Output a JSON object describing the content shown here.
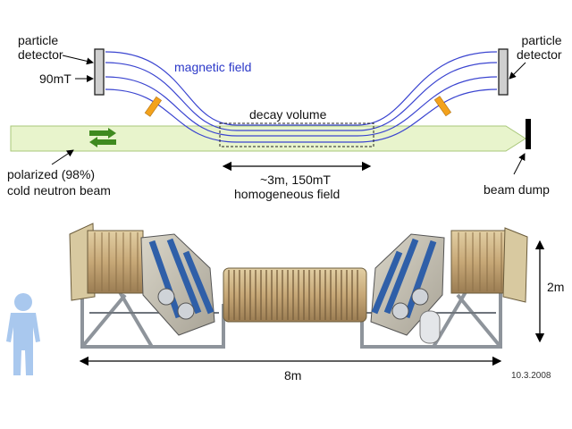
{
  "top": {
    "particle_detector_left": [
      "particle",
      "detector"
    ],
    "particle_detector_right": [
      "particle",
      "detector"
    ],
    "field_strength_left": "90mT",
    "magnetic_field": "magnetic field",
    "decay_volume": "decay volume",
    "beam_label": [
      "polarized (98%)",
      "cold neutron beam"
    ],
    "length_label": "~3m, 150mT",
    "homogeneous_field": "homogeneous field",
    "beam_dump": "beam dump"
  },
  "bottom": {
    "height_label": "2m",
    "length_label": "8m",
    "date": "10.3.2008"
  },
  "colors": {
    "beam_fill": "#e8f4cc",
    "beam_edge": "#a9c77a",
    "field_lines": "#3a44d0",
    "arrow_green": "#3f8a1f",
    "coil_beige": "#c8a878",
    "coil_blue": "#2f5fa8",
    "frame_grey": "#9ea4ab",
    "person": "#a9c8ee"
  },
  "icons": [
    "detector-plate",
    "collimator-bar",
    "direction-arrows",
    "person-silhouette",
    "beam-dump-bar"
  ]
}
